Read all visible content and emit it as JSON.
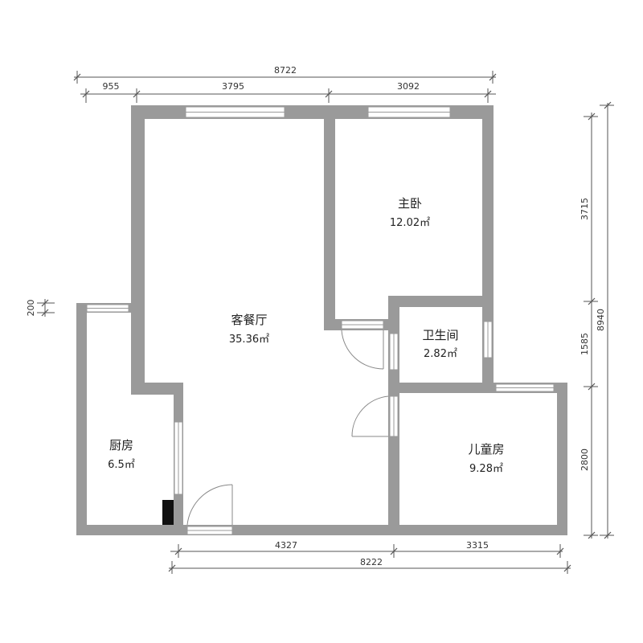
{
  "rooms": [
    {
      "key": "living",
      "name": "客餐厅",
      "area": "35.36㎡"
    },
    {
      "key": "master",
      "name": "主卧",
      "area": "12.02㎡"
    },
    {
      "key": "bath",
      "name": "卫生间",
      "area": "2.82㎡"
    },
    {
      "key": "kitchen",
      "name": "厨房",
      "area": "6.5㎡"
    },
    {
      "key": "kids",
      "name": "儿童房",
      "area": "9.28㎡"
    }
  ],
  "dimensions": {
    "top_total": "8722",
    "top_seg_1": "955",
    "top_seg_2": "3795",
    "top_seg_3": "3092",
    "right_total": "8940",
    "right_seg_1": "3715",
    "right_seg_2": "1585",
    "right_seg_3": "2800",
    "bottom_total": "8222",
    "bottom_seg_1": "4327",
    "bottom_seg_2": "3315",
    "left_offset": "200"
  },
  "colors": {
    "wall": "#9a9a9a",
    "dimension": "#555555",
    "text": "#222222",
    "fixture": "#111111"
  }
}
